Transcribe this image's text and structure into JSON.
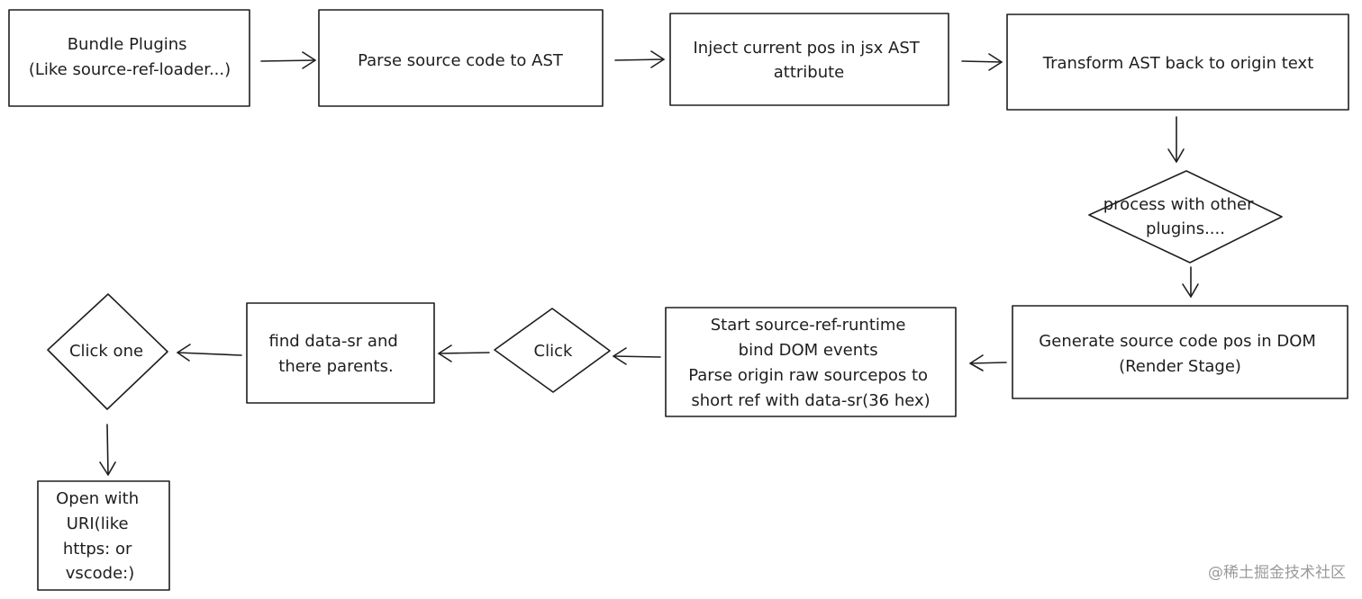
{
  "nodes": {
    "bundle_plugins": {
      "lines": [
        "Bundle Plugins",
        "(Like source-ref-loader...)"
      ]
    },
    "parse_source": {
      "lines": [
        "Parse source code to AST"
      ]
    },
    "inject_pos": {
      "lines": [
        "Inject current pos in jsx AST",
        "attribute"
      ]
    },
    "transform_ast": {
      "lines": [
        "Transform AST back to origin text"
      ]
    },
    "process_plugins": {
      "lines": [
        "process with other",
        "plugins...."
      ]
    },
    "generate_pos": {
      "lines": [
        "Generate source code pos in DOM",
        "(Render Stage)"
      ]
    },
    "start_runtime": {
      "lines": [
        "Start source-ref-runtime",
        "bind DOM events",
        "Parse origin raw sourcepos to",
        "short ref with data-sr(36 hex)"
      ]
    },
    "click": {
      "lines": [
        "Click"
      ]
    },
    "find_data_sr": {
      "lines": [
        "find data-sr and",
        "there parents."
      ]
    },
    "click_one": {
      "lines": [
        "Click one"
      ]
    },
    "open_uri": {
      "lines": [
        "Open with",
        "URI(like",
        "https: or",
        "vscode:)"
      ]
    }
  },
  "watermark": "@稀土掘金技术社区",
  "colors": {
    "stroke": "#1e1e1e",
    "text": "#1e1e1e",
    "watermark": "#9a9a9a",
    "background": "#ffffff"
  }
}
